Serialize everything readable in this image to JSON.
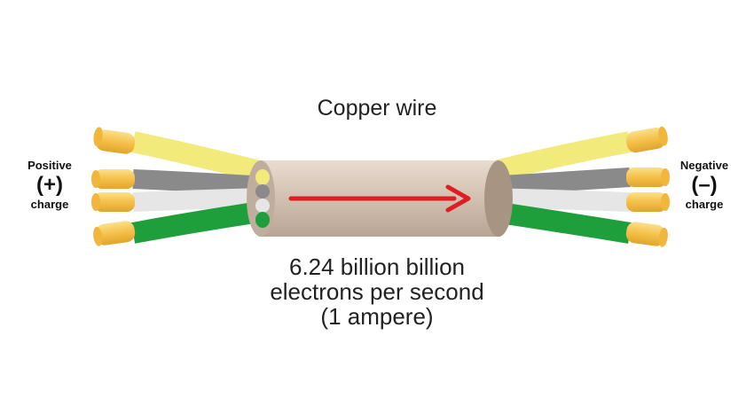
{
  "title": "Copper wire",
  "caption": {
    "line1": "6.24 billion billion",
    "line2": "electrons per second",
    "line3": "(1 ampere)"
  },
  "positive": {
    "word": "Positive",
    "symbol": "(+)",
    "sub": "charge"
  },
  "negative": {
    "word": "Negative",
    "symbol": "(–)",
    "sub": "charge"
  },
  "colors": {
    "sheath": "#d4c3b4",
    "copper": "#f5c04a",
    "arrow": "#e01c24",
    "wire_yellow": "#f2ea7a",
    "wire_gray": "#8a8a8a",
    "wire_white": "#e6e6e6",
    "wire_green": "#1f9e3c"
  },
  "wires": [
    {
      "name": "yellow-wire",
      "color_key": "wire_yellow"
    },
    {
      "name": "gray-wire",
      "color_key": "wire_gray"
    },
    {
      "name": "white-wire",
      "color_key": "wire_white"
    },
    {
      "name": "green-wire",
      "color_key": "wire_green"
    }
  ],
  "arrow_icon": "arrow-right-icon"
}
